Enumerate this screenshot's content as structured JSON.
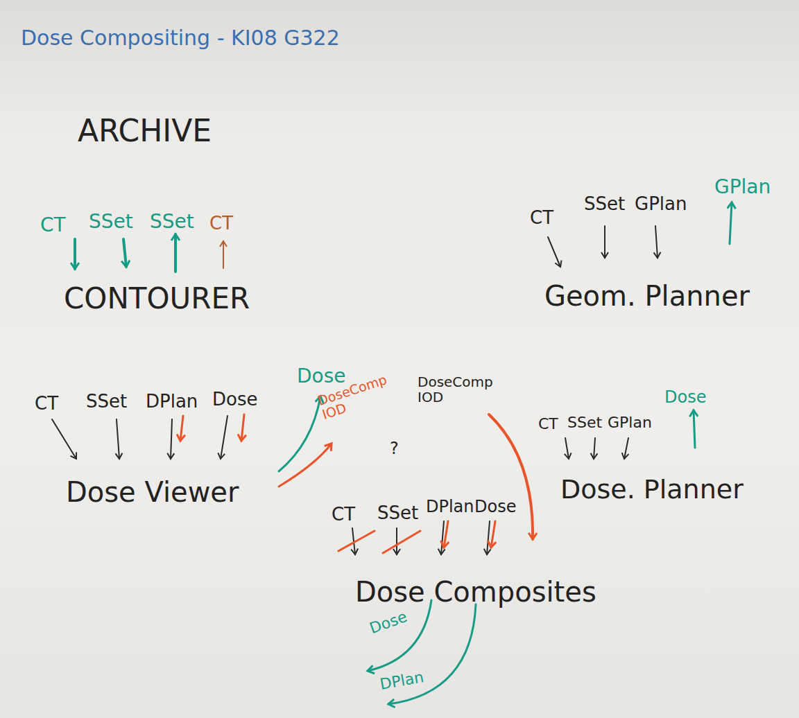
{
  "diagram": {
    "title": "Dose Compositing - KI08 G322",
    "labels": [
      "ARCHIVE",
      "CT",
      "SSet",
      "SSet",
      "CT",
      "CONTOURER",
      "CT",
      "SSet",
      "GPlan",
      "GPlan",
      "Geom. Planner",
      "CT",
      "SSet",
      "DPlan",
      "Dose",
      "Dose",
      "DoseComp IOD",
      "DoseComp IOD",
      "Dose Viewer",
      "CT",
      "SSet",
      "GPlan",
      "Dose",
      "Dose. Planner",
      "?",
      "CT",
      "SSet",
      "DPlan",
      "Dose",
      "Dose Composites",
      "Dose",
      "DPlan"
    ]
  }
}
